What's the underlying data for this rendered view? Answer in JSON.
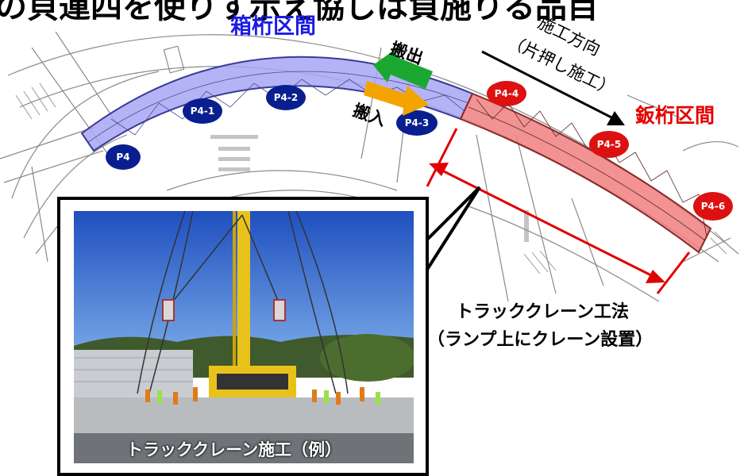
{
  "header": {
    "cut_title": "の貝運四を使りす示え協しは負施りる品目"
  },
  "sections": {
    "box_girder": "箱桁区間",
    "plate_girder": "鈑桁区間"
  },
  "arrows": {
    "carry_out": "搬出",
    "carry_in": "搬入",
    "direction_line1": "施工方向",
    "direction_line2": "（片押し施工）"
  },
  "piers": [
    "P4",
    "P4-1",
    "P4-2",
    "P4-3",
    "P4-4",
    "P4-5",
    "P4-6"
  ],
  "callout": {
    "line1": "トラッククレーン工法",
    "line2": "（ランプ上にクレーン設置）"
  },
  "photo": {
    "caption": "トラッククレーン施工（例）"
  },
  "colors": {
    "box_girder_blue": "#1a1ae6",
    "plate_girder_red": "#e60000",
    "pier_blue": "#0a1f8f",
    "pier_red": "#dd1111",
    "arrow_green": "#1aa830",
    "arrow_orange": "#f4a400"
  }
}
